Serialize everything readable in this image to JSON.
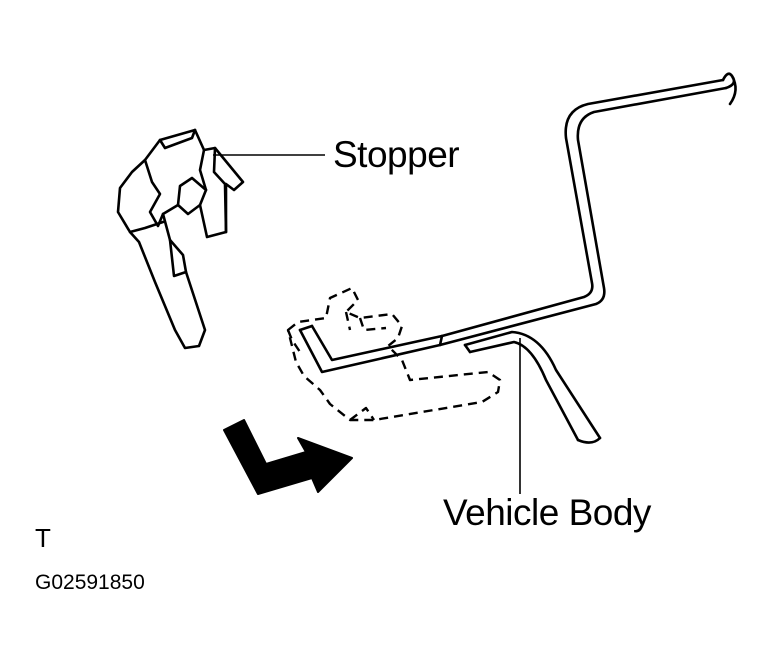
{
  "labels": {
    "stopper": "Stopper",
    "vehicle_body": "Vehicle Body",
    "view_marker": "T",
    "figure_code": "G02591850"
  },
  "colors": {
    "line": "#000000",
    "background": "#ffffff"
  },
  "icons": {
    "arrow": "bent-arrow-icon"
  }
}
